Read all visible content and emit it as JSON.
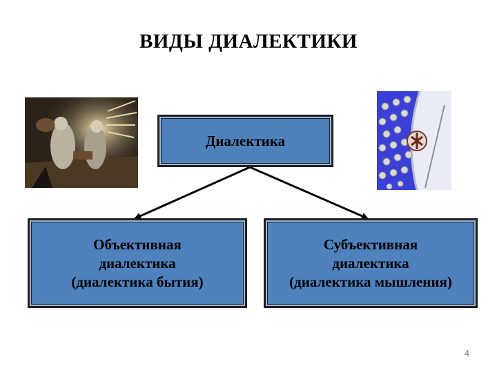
{
  "slide": {
    "title": "ВИДЫ ДИАЛЕКТИКИ",
    "page_number": "4"
  },
  "diagram": {
    "root": {
      "label": "Диалектика"
    },
    "children": [
      {
        "lines": [
          "Объективная",
          "диалектика",
          "(диалектика бытия)"
        ]
      },
      {
        "lines": [
          "Субъективная",
          "диалектика",
          "(диалектика мышления)"
        ]
      }
    ]
  },
  "colors": {
    "box_fill": "#4f81bd",
    "box_border": "#1f1f1f",
    "arrow": "#000000"
  }
}
